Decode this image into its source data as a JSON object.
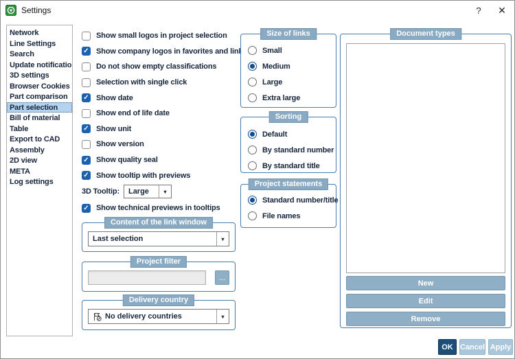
{
  "window": {
    "title": "Settings",
    "help": "?",
    "close": "✕"
  },
  "sidebar": {
    "items": [
      {
        "label": "Network",
        "selected": false
      },
      {
        "label": "Line Settings",
        "selected": false
      },
      {
        "label": "Search",
        "selected": false
      },
      {
        "label": "Update notification",
        "selected": false
      },
      {
        "label": "3D settings",
        "selected": false
      },
      {
        "label": "Browser Cookies",
        "selected": false
      },
      {
        "label": "Part comparison",
        "selected": false
      },
      {
        "label": "Part selection",
        "selected": true
      },
      {
        "label": "Bill of material",
        "selected": false
      },
      {
        "label": "Table",
        "selected": false
      },
      {
        "label": "Export to CAD",
        "selected": false
      },
      {
        "label": "Assembly",
        "selected": false
      },
      {
        "label": "2D view",
        "selected": false
      },
      {
        "label": "META",
        "selected": false
      },
      {
        "label": "Log settings",
        "selected": false
      }
    ]
  },
  "main": {
    "checkboxes": [
      {
        "label": "Show small logos in project selection",
        "checked": false
      },
      {
        "label": "Show company logos in favorites and links",
        "checked": true
      },
      {
        "label": "Do not show empty classifications",
        "checked": false
      },
      {
        "label": "Selection with single click",
        "checked": false
      },
      {
        "label": "Show date",
        "checked": true
      },
      {
        "label": "Show end of life date",
        "checked": false
      },
      {
        "label": "Show unit",
        "checked": true
      },
      {
        "label": "Show version",
        "checked": false
      },
      {
        "label": "Show quality seal",
        "checked": true
      },
      {
        "label": "Show tooltip with previews",
        "checked": true
      }
    ],
    "tooltip_row": {
      "label": "3D Tooltip:",
      "value": "Large"
    },
    "tech_previews": {
      "label": "Show technical previews in tooltips",
      "checked": true
    }
  },
  "link_window": {
    "title": "Content of the link window",
    "value": "Last selection"
  },
  "project_filter": {
    "title": "Project filter",
    "value": "",
    "browse": "..."
  },
  "delivery_country": {
    "title": "Delivery country",
    "value": "No delivery countries"
  },
  "size_of_links": {
    "title": "Size of links",
    "options": [
      {
        "label": "Small",
        "selected": false
      },
      {
        "label": "Medium",
        "selected": true
      },
      {
        "label": "Large",
        "selected": false
      },
      {
        "label": "Extra large",
        "selected": false
      }
    ]
  },
  "sorting": {
    "title": "Sorting",
    "options": [
      {
        "label": "Default",
        "selected": true
      },
      {
        "label": "By standard number",
        "selected": false
      },
      {
        "label": "By standard title",
        "selected": false
      }
    ]
  },
  "project_statements": {
    "title": "Project statements",
    "options": [
      {
        "label": "Standard number/title",
        "selected": true
      },
      {
        "label": "File names",
        "selected": false
      }
    ]
  },
  "document_types": {
    "title": "Document types",
    "items": [],
    "new": "New",
    "edit": "Edit",
    "remove": "Remove"
  },
  "footer": {
    "ok": "OK",
    "cancel": "Cancel",
    "apply": "Apply"
  },
  "icons": {
    "app": "app-logo-icon",
    "combo_arrow": "▾",
    "check": "✓",
    "delivery": "no-delivery-flag-icon"
  },
  "colors": {
    "accent": "#1b61ad",
    "radio": "#0f4c8f",
    "group_border": "#4b7bab",
    "group_header_bg": "#8aa9c2",
    "selected_item_bg": "#b4d3ee",
    "ok_button_bg": "#1d4e79",
    "secondary_button_bg": "#a9c6da",
    "action_button_bg": "#8fafc6"
  }
}
